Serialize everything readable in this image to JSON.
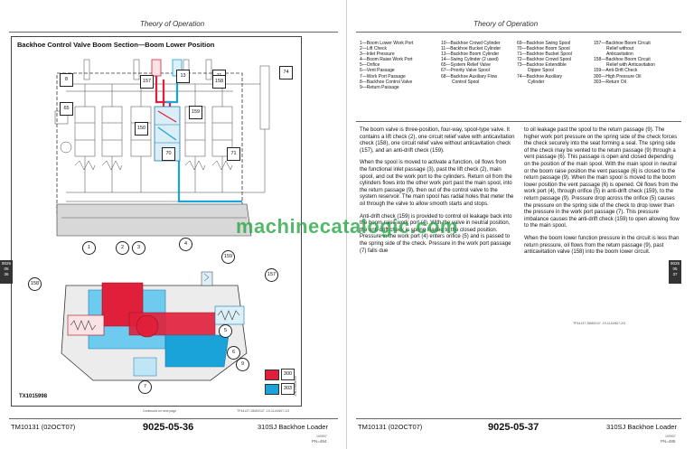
{
  "header": {
    "left": "Theory of Operation",
    "right": "Theory of Operation"
  },
  "figure": {
    "title": "Backhoe Control Valve Boom Section—Boom Lower Position",
    "id": "TX1015998",
    "schematic_callouts": [
      "8",
      "13",
      "11",
      "74",
      "157",
      "158",
      "65",
      "150",
      "159",
      "70",
      "71"
    ],
    "section_callouts": [
      "1",
      "2",
      "3",
      "4",
      "5",
      "6",
      "7",
      "9",
      "158",
      "159",
      "157"
    ],
    "side_code": "-UN-09MAR06",
    "legend": [
      {
        "label": "300",
        "color": "#e0203a"
      },
      {
        "label": "303",
        "color": "#19a3d8"
      }
    ]
  },
  "footer": {
    "left_id": "TM10131 (02OCT07)",
    "left_continued": "Continued on next page",
    "left_ref": "TP4413T 28M0G47 -19-11JAN07-1/3",
    "left_page": "9025-05-36",
    "left_model": "310SJ Backhoe Loader",
    "left_code": "100907",
    "left_pn": "PN=484",
    "right_ref": "TP4413T 28M0G47 -19-11JAN07-2/3",
    "right_id": "TM10131 (02OCT07)",
    "right_page": "9025-05-37",
    "right_model": "310SJ Backhoe Loader",
    "right_code": "100907",
    "right_pn": "PN=485"
  },
  "tabs": {
    "left": [
      "9025",
      "05",
      "36"
    ],
    "right": [
      "9025",
      "05",
      "37"
    ]
  },
  "legend_col1": [
    "1—Boom Lower Work Port",
    "2—Lift Check",
    "3—Inlet Pressure",
    "4—Boom Raise Work Port",
    "5—Orifice",
    "6—Vent Passage",
    "7—Work Port Passage",
    "8—Backhoe Control Valve",
    "9—Return Passage"
  ],
  "legend_col2": [
    "10—Backhoe Crowd Cylinder",
    "11—Backhoe Bucket Cylinder",
    "13—Backhoe Boom Cylinder",
    "14—Swing Cylinder (2 used)",
    "65—System Relief Valve",
    "67—Priority Valve Spool",
    "68—Backhoe Auxiliary Flow",
    "Control Spool"
  ],
  "legend_col3": [
    "69—Backhoe Swing Spool",
    "70—Backhoe Boom Spool",
    "71—Backhoe Bucket Spool",
    "72—Backhoe Crowd Spool",
    "73—Backhoe Extendible",
    "Dipper Spool",
    "74—Backhoe Auxiliary",
    "Cylinder"
  ],
  "legend_col4": [
    "157—Backhoe Boom Circuit",
    "Relief without",
    "Anticavitation",
    "158—Backhoe Boom Circuit",
    "Relief with Anticavitation",
    "159—Anti-Drift Check",
    "300—High Pressure Oil",
    "303—Return Oil"
  ],
  "text_col1": [
    "The boom valve is three-position, four-way, spool-type valve. It contains a lift check (2), one circuit relief valve with anticavitation check (158), one circuit relief valve without anticavitation check (157), and an anti-drift check (159).",
    "When the spool is moved to activate a function, oil flows from the functional inlet passage (3), past the lift check (2), main spool, and out the work port to the cylinders. Return oil from the cylinders flows into the other work port past the main spool, into the return passage (9), then out of the control valve to the system reservoir. The main spool has radial holes that meter the oil through the valve to allow smooth starts and stops.",
    "Anti-drift check (159) is provided to control oil leakage back into the boom raise work port (4). With the valve in neutral position, the anti-drift check is spring loaded to the closed position. Pressure in the work port (4) enters orifice (5) and is passed to the spring side of the check. Pressure in the work port passage (7) falls due"
  ],
  "text_col2": [
    "to oil leakage past the spool to the return passage (9). The higher work port pressure on the spring side of the check forces the check securely into the seat forming a seal. The spring side of the check may be vented to the return passage (9) through a vent passage (6). This passage is open and closed depending on the position of the main spool. With the main spool in neutral or the boom raise position the vent passage (6) is closed to the return passage (9). When the main spool is moved to the boom lower position the vent passage (6) is opened. Oil flows from the work port (4), through orifice (5) in anti-drift check (159), to the return passage (9). Pressure drop across the orifice (5) causes the pressure on the spring side of the check to drop lower than the pressure in the work port passage (7). This pressure imbalance causes the anti-drift check (159) to open allowing flow to the main spool.",
    "When the boom lower function pressure in the circuit is less than return pressure, oil flows from the return passage (9), past anticavitation valve (158) into the boom lower circuit."
  ],
  "watermark": "machinecatalogic.com"
}
